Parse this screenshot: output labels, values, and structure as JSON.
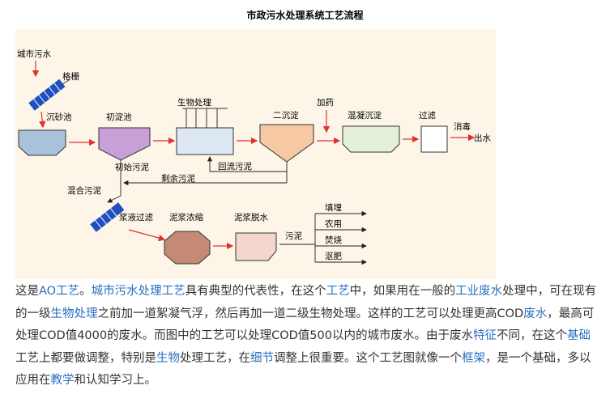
{
  "title": "市政污水处理系统工艺流程",
  "colors": {
    "background": "#fdf6e8",
    "arrow": "#e03030",
    "line": "#222222",
    "grit_tank": "#a8c2dc",
    "primary_tank": "#c8a0d8",
    "bio_tank": "#dde8f4",
    "secondary_tank": "#f6c8a4",
    "coag_tank": "#e4f1d8",
    "filter": "#ffffff",
    "thickener": "#c48a74",
    "dewater": "#f4d6cc",
    "screen": "#1f4fc0",
    "link_text": "#2a6fc0",
    "body_text": "#333333"
  },
  "diagram": {
    "labels": {
      "sewage_in": "城市污水",
      "screen": "格栅",
      "grit": "沉砂池",
      "primary": "初淀池",
      "bio": "生物处理",
      "secondary": "二沉淀",
      "dosing": "加药",
      "coag": "混凝沉淀",
      "filter": "过滤",
      "disinfect": "消毒",
      "outlet": "出水",
      "primary_sludge": "初始污泥",
      "return_sludge": "回流污泥",
      "excess_sludge": "剩余污泥",
      "mixed_sludge": "混合污泥",
      "slurry_filter": "浆液过滤",
      "thicken": "泥浆浓缩",
      "dewater": "泥浆脱水",
      "sludge": "污泥"
    },
    "disposal": [
      "填埋",
      "农用",
      "焚烧",
      "沤肥"
    ]
  },
  "description": {
    "segments": [
      {
        "text": "这是",
        "link": false
      },
      {
        "text": "AO工艺",
        "link": true
      },
      {
        "text": "。",
        "link": false
      },
      {
        "text": "城市污水处理工艺",
        "link": true
      },
      {
        "text": "具有典型的代表性，在这个",
        "link": false
      },
      {
        "text": "工艺",
        "link": true
      },
      {
        "text": "中，如果用在一般的",
        "link": false
      },
      {
        "text": "工业废水",
        "link": true
      },
      {
        "text": "处理中，可在现有的一级",
        "link": false
      },
      {
        "text": "生物处理",
        "link": true
      },
      {
        "text": "之前加一道絮凝气浮，然后再加一道二级生物处理。这样的工艺可以处理更高COD",
        "link": false
      },
      {
        "text": "废水",
        "link": true
      },
      {
        "text": "，最高可处理COD值4000的废水。而图中的工艺可以处理COD值500以内的城市废水。由于废水",
        "link": false
      },
      {
        "text": "特征",
        "link": true
      },
      {
        "text": "不同，在这个",
        "link": false
      },
      {
        "text": "基础",
        "link": true
      },
      {
        "text": "工艺上都要做调整，特别是",
        "link": false
      },
      {
        "text": "生物",
        "link": true
      },
      {
        "text": "处理工艺，在",
        "link": false
      },
      {
        "text": "细节",
        "link": true
      },
      {
        "text": "调整上很重要。这个工艺图就像一个",
        "link": false
      },
      {
        "text": "框架",
        "link": true
      },
      {
        "text": "，是一个基础，多以应用在",
        "link": false
      },
      {
        "text": "教学",
        "link": true
      },
      {
        "text": "和认知学习上。",
        "link": false
      }
    ]
  }
}
